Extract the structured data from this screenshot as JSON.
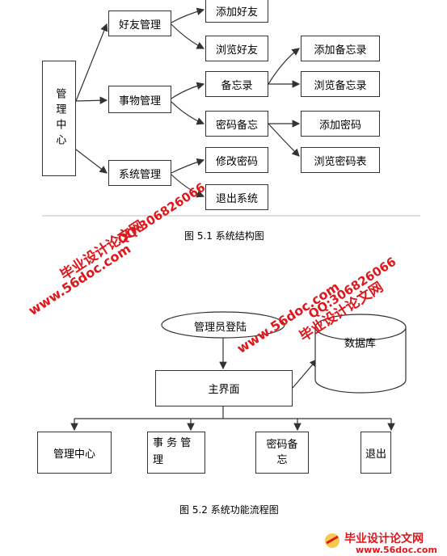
{
  "fig1": {
    "root": "管理中心",
    "branches": [
      {
        "label": "好友管理",
        "children": [
          {
            "label": "添加好友"
          },
          {
            "label": "浏览好友"
          }
        ]
      },
      {
        "label": "事物管理",
        "children": [
          {
            "label": "备忘录",
            "children": [
              "添加备忘录",
              "浏览备忘录"
            ]
          },
          {
            "label": "密码备忘",
            "children": [
              "添加密码",
              "浏览密码表"
            ]
          }
        ]
      },
      {
        "label": "系统管理",
        "children": [
          {
            "label": "修改密码"
          },
          {
            "label": "退出系统"
          }
        ]
      }
    ],
    "caption": "图 5.1 系统结构图"
  },
  "fig2": {
    "login": "管理员登陆",
    "database": "数据库",
    "main": "主界面",
    "modules": [
      "管理中心",
      "事 务 管 理",
      "密码备忘",
      "退出"
    ],
    "caption": "图 5.2 系统功能流程图"
  },
  "watermarks": {
    "left_top": "毕业设计论文网",
    "left_qq": "QQ:306826066",
    "left_url": "www.56doc.com",
    "right_url": "www.56doc.com",
    "right_qq": "QQ:306826066",
    "right_top": "毕业设计论文网",
    "footer_title": "毕业设计论文网",
    "footer_url": "www.56doc.com"
  },
  "colors": {
    "watermark": "#e0161b",
    "line": "#333333"
  }
}
